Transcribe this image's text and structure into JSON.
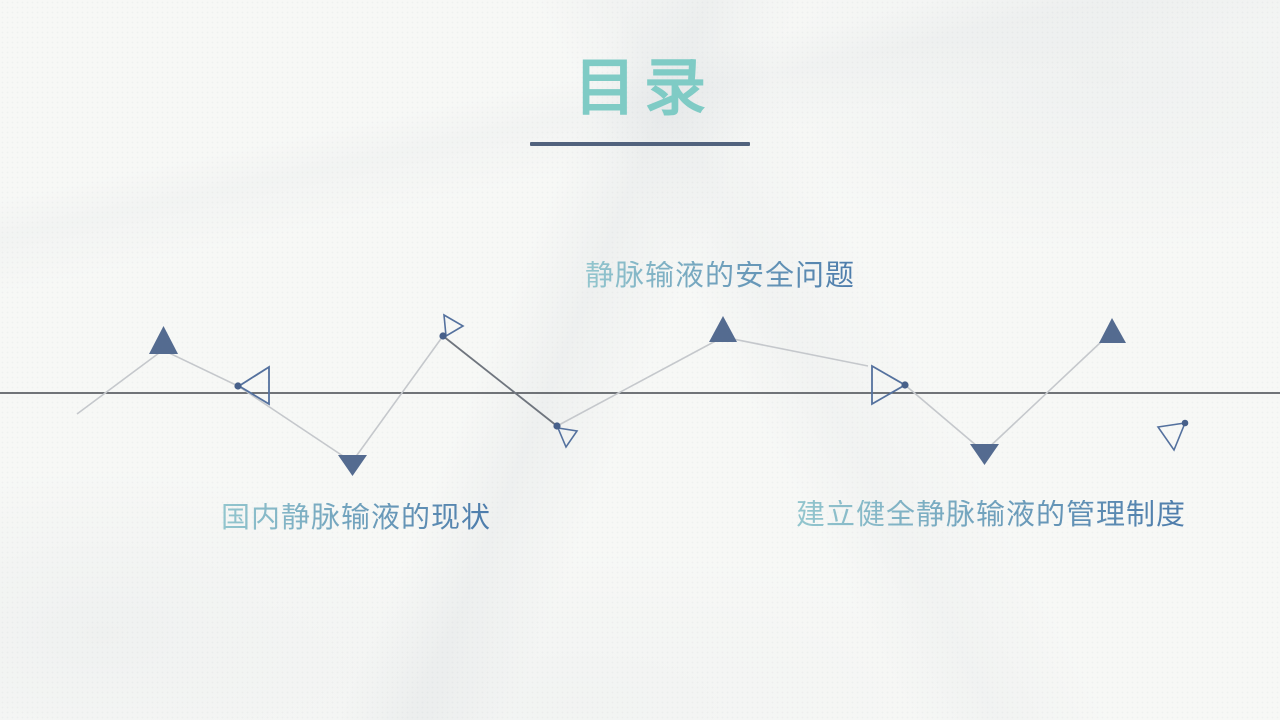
{
  "slide": {
    "title": "目录",
    "sections": [
      {
        "label": "静脉输液的安全问题"
      },
      {
        "label": "国内静脉输液的现状"
      },
      {
        "label": "建立健全静脉输液的管理制度"
      }
    ]
  },
  "colors": {
    "title_teal": "#7fcbc5",
    "underline_slate": "#51627d",
    "label_grad_start": "#93c6ce",
    "label_grad_end": "#4d7cab",
    "triangle_fill": "#546b90",
    "triangle_stroke": "#54719e",
    "dot_fill": "#47608a",
    "baseline_dark": "#45494f",
    "zigzag_light": "#c5c8cc",
    "zigzag_dark": "#6f757e",
    "paper_bg": "#f7f8f6"
  }
}
